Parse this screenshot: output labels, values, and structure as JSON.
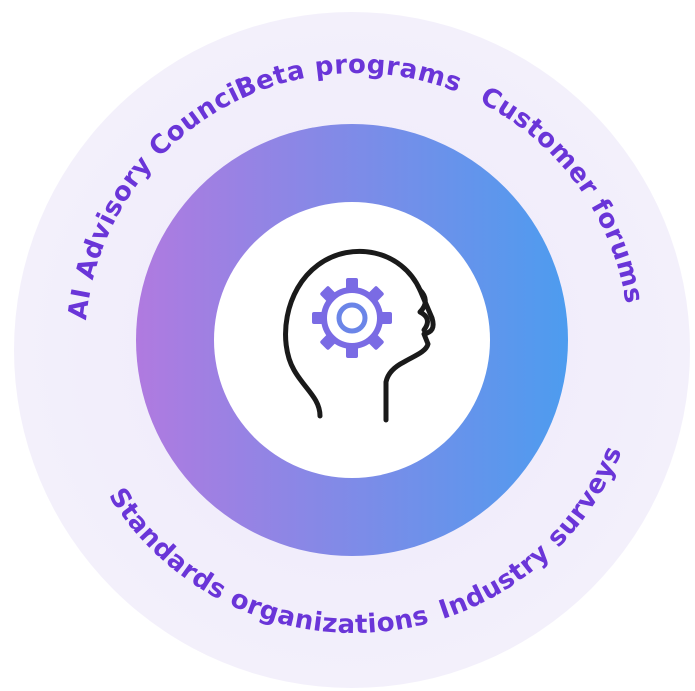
{
  "diagram": {
    "center_icon": "head-with-gear-icon",
    "outer_ring_labels": {
      "beta": "Beta programs",
      "customer": "Customer forums",
      "industry": "Industry surveys",
      "standards": "Standards  organizations",
      "advisory": "AI Advisory Council"
    },
    "colors": {
      "outer_ring": "#f0ecfa",
      "gradient_start": "#b07ae0",
      "gradient_end": "#4d9cef",
      "label_text": "#6a35d8",
      "head_outline": "#1a1a1a",
      "gear": "#7a6be4"
    }
  }
}
